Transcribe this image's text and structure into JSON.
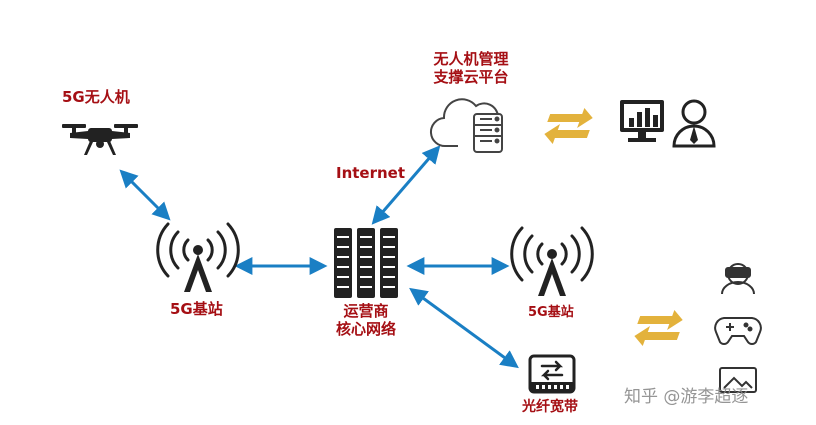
{
  "nodes": {
    "drone": {
      "label": "5G无人机"
    },
    "base_station_left": {
      "label": "5G基站"
    },
    "platform": {
      "label_line1": "无人机管理",
      "label_line2": "支撑云平台"
    },
    "core_network": {
      "label_line1": "运营商",
      "label_line2": "核心网络"
    },
    "base_station_right": {
      "label": "5G基站"
    },
    "broadband": {
      "label": "光纤宽带"
    }
  },
  "edges": {
    "internet": {
      "label": "Internet"
    }
  },
  "watermark": {
    "text": "知乎 @游李超逐"
  },
  "colors": {
    "label_red": "#a50f14",
    "arrow_blue": "#1a7fc4",
    "exchange_gold": "#e3b23c",
    "icon_dark": "#222222",
    "icon_gray": "#555555"
  },
  "icons": {
    "drone": "drone-icon",
    "tower": "cell-tower-icon",
    "server": "server-rack-icon",
    "cloud": "cloud-server-icon",
    "monitor": "monitor-chart-icon",
    "user": "user-icon",
    "vr": "vr-headset-icon",
    "gamepad": "gamepad-icon",
    "exchange": "exchange-arrows-icon",
    "broadband": "router-icon"
  }
}
